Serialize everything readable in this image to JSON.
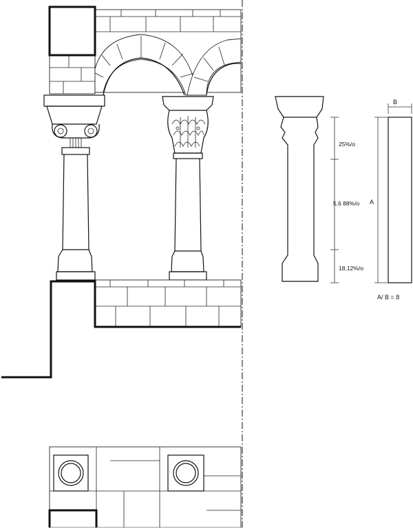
{
  "figure": {
    "profile": {
      "top_ratio": "25%/o",
      "middle_ratio": "5,6 88%/o",
      "bottom_ratio": "18,12%/o"
    },
    "proportion": {
      "height_label": "A",
      "width_label": "B",
      "formula": "A/ B = 8"
    }
  }
}
